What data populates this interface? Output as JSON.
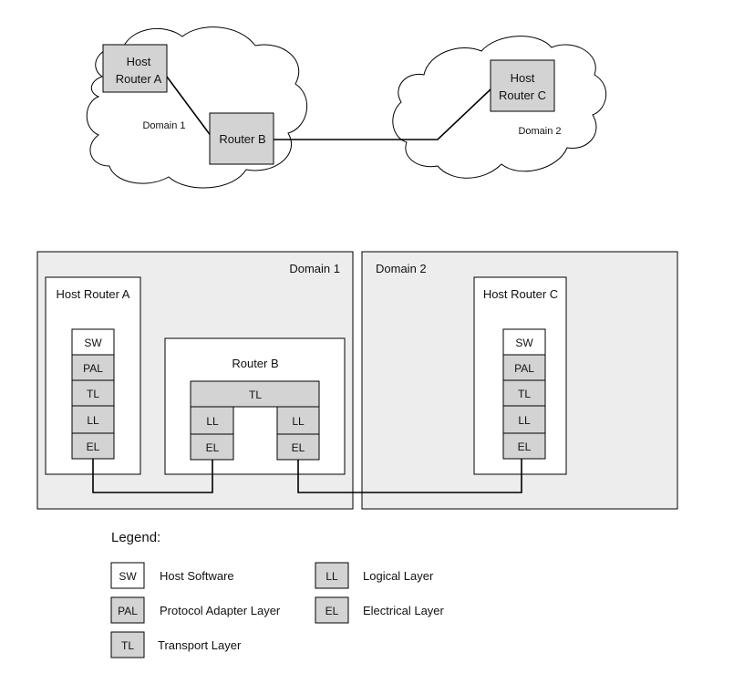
{
  "top": {
    "host_router_a": [
      "Host",
      "Router A"
    ],
    "router_b": "Router B",
    "host_router_c": [
      "Host",
      "Router C"
    ],
    "domain1": "Domain 1",
    "domain2": "Domain 2"
  },
  "bottom": {
    "domain1": "Domain 1",
    "domain2": "Domain 2",
    "host_router_a": {
      "title": "Host Router A",
      "layers": [
        "SW",
        "PAL",
        "TL",
        "LL",
        "EL"
      ]
    },
    "router_b": {
      "title": "Router B",
      "tl": "TL",
      "left": [
        "LL",
        "EL"
      ],
      "right": [
        "LL",
        "EL"
      ]
    },
    "host_router_c": {
      "title": "Host Router C",
      "layers": [
        "SW",
        "PAL",
        "TL",
        "LL",
        "EL"
      ]
    }
  },
  "legend": {
    "title": "Legend:",
    "items": [
      {
        "code": "SW",
        "label": "Host Software",
        "fill": "#ffffff"
      },
      {
        "code": "PAL",
        "label": "Protocol Adapter Layer",
        "fill": "#d3d3d3"
      },
      {
        "code": "TL",
        "label": "Transport Layer",
        "fill": "#d3d3d3"
      },
      {
        "code": "LL",
        "label": "Logical Layer",
        "fill": "#d3d3d3"
      },
      {
        "code": "EL",
        "label": "Electrical Layer",
        "fill": "#d3d3d3"
      }
    ]
  }
}
